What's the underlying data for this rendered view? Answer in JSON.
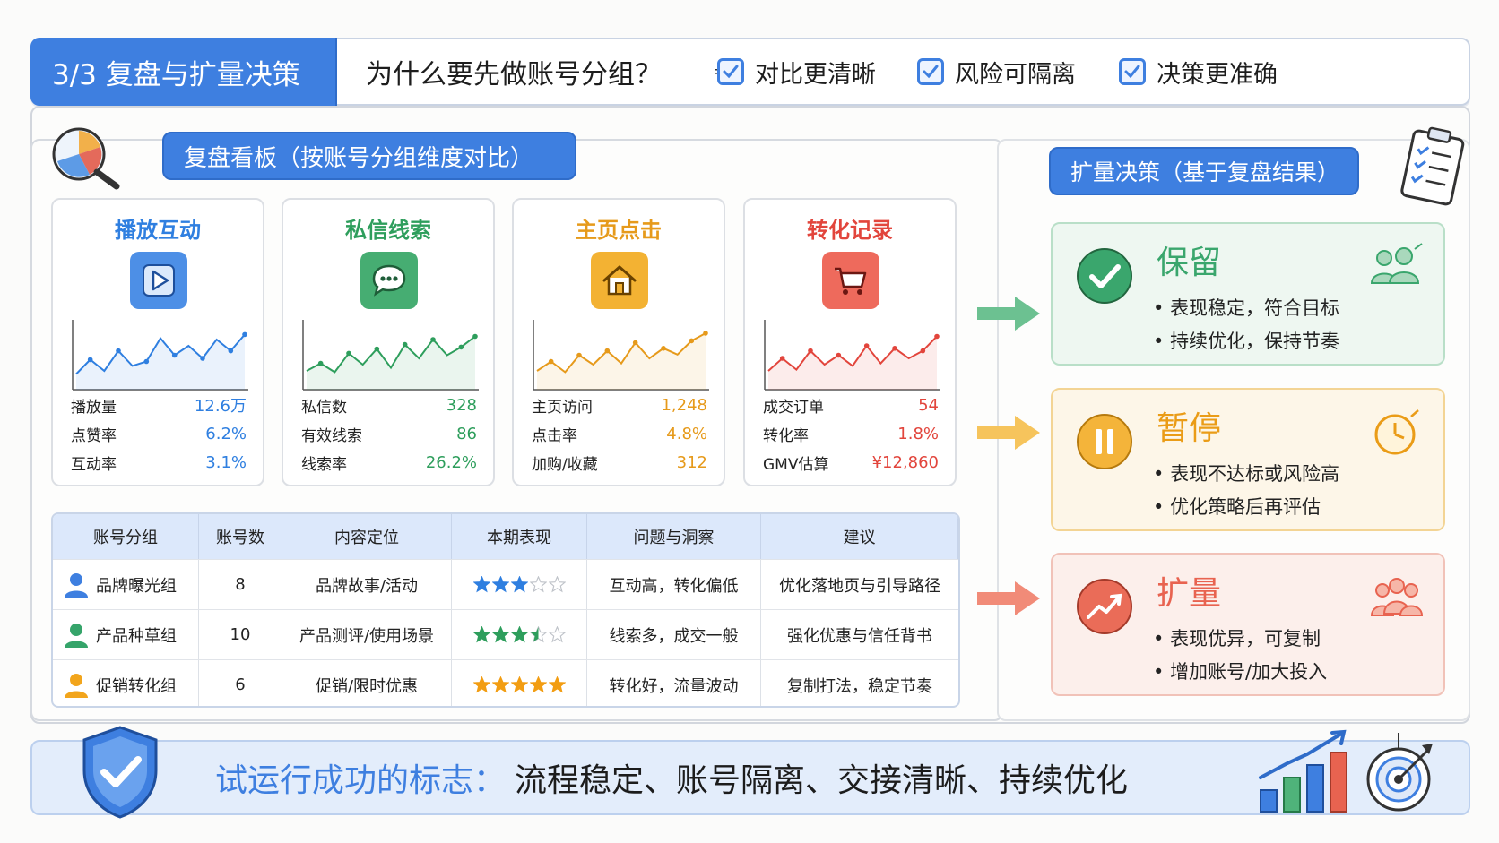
{
  "header": {
    "badge": "3/3 复盘与扩量决策",
    "question": "为什么要先做账号分组？",
    "arrow": "⇒",
    "checks": [
      "对比更清晰",
      "风险可隔离",
      "决策更准确"
    ]
  },
  "review_board": {
    "title": "复盘看板（按账号分组维度对比）",
    "cards": [
      {
        "title": "播放互动",
        "color": "#2f7fe0",
        "icon": "play-icon",
        "trend": [
          0.25,
          0.48,
          0.3,
          0.62,
          0.38,
          0.45,
          0.82,
          0.55,
          0.7,
          0.5,
          0.8,
          0.62,
          0.88
        ],
        "rows": [
          {
            "label": "播放量",
            "value": "12.6万"
          },
          {
            "label": "点赞率",
            "value": "6.2%"
          },
          {
            "label": "互动率",
            "value": "3.1%"
          }
        ]
      },
      {
        "title": "私信线索",
        "color": "#2e9e5c",
        "icon": "message-icon",
        "trend": [
          0.3,
          0.42,
          0.28,
          0.58,
          0.4,
          0.65,
          0.35,
          0.72,
          0.5,
          0.8,
          0.55,
          0.68,
          0.85
        ],
        "rows": [
          {
            "label": "私信数",
            "value": "328"
          },
          {
            "label": "有效线索",
            "value": "86"
          },
          {
            "label": "线索率",
            "value": "26.2%"
          }
        ]
      },
      {
        "title": "主页点击",
        "color": "#e69a1b",
        "icon": "home-icon",
        "trend": [
          0.3,
          0.45,
          0.28,
          0.55,
          0.4,
          0.62,
          0.42,
          0.75,
          0.5,
          0.66,
          0.56,
          0.78,
          0.9
        ],
        "rows": [
          {
            "label": "主页访问",
            "value": "1,248"
          },
          {
            "label": "点击率",
            "value": "4.8%"
          },
          {
            "label": "加购/收藏",
            "value": "312"
          }
        ]
      },
      {
        "title": "转化记录",
        "color": "#e2453c",
        "icon": "cart-icon",
        "trend": [
          0.3,
          0.5,
          0.32,
          0.62,
          0.4,
          0.55,
          0.38,
          0.7,
          0.42,
          0.66,
          0.5,
          0.62,
          0.85
        ],
        "rows": [
          {
            "label": "成交订单",
            "value": "54"
          },
          {
            "label": "转化率",
            "value": "1.8%"
          },
          {
            "label": "GMV估算",
            "value": "¥12,860"
          }
        ]
      }
    ]
  },
  "table": {
    "headers": [
      "账号分组",
      "账号数",
      "内容定位",
      "本期表现",
      "问题与洞察",
      "建议"
    ],
    "rows": [
      {
        "group": "品牌曝光组",
        "count": "8",
        "position": "品牌故事/活动",
        "rating": 3,
        "star_color": "#2f7fe0",
        "insight": "互动高，转化偏低",
        "advice": "优化落地页与引导路径",
        "avatar_color": "#3e7fe0"
      },
      {
        "group": "产品种草组",
        "count": "10",
        "position": "产品测评/使用场景",
        "rating": 3.5,
        "star_color": "#2e9e5c",
        "insight": "线索多，成交一般",
        "advice": "强化优惠与信任背书",
        "avatar_color": "#35a46a"
      },
      {
        "group": "促销转化组",
        "count": "6",
        "position": "促销/限时优惠",
        "rating": 5,
        "star_color": "#f29d12",
        "insight": "转化好，流量波动",
        "advice": "复制打法，稳定节奏",
        "avatar_color": "#f2a51c"
      }
    ]
  },
  "decision": {
    "title": "扩量决策（基于复盘结果）",
    "cards": [
      {
        "title": "保留",
        "color": "#3aa66d",
        "bg": "#eef7f1",
        "border": "#b9dfc8",
        "bullets": [
          "表现稳定，符合目标",
          "持续优化，保持节奏"
        ],
        "icon": "check-icon"
      },
      {
        "title": "暂停",
        "color": "#ea9c17",
        "bg": "#fdf6e8",
        "border": "#f3d494",
        "bullets": [
          "表现不达标或风险高",
          "优化策略后再评估"
        ],
        "icon": "pause-icon"
      },
      {
        "title": "扩量",
        "color": "#e86350",
        "bg": "#fcefeb",
        "border": "#f1c2b8",
        "bullets": [
          "表现优异，可复制",
          "增加账号/加大投入"
        ],
        "icon": "growth-icon"
      }
    ]
  },
  "footer": {
    "prefix": "试运行成功的标志：",
    "text": "流程稳定、账号隔离、交接清晰、持续优化"
  }
}
